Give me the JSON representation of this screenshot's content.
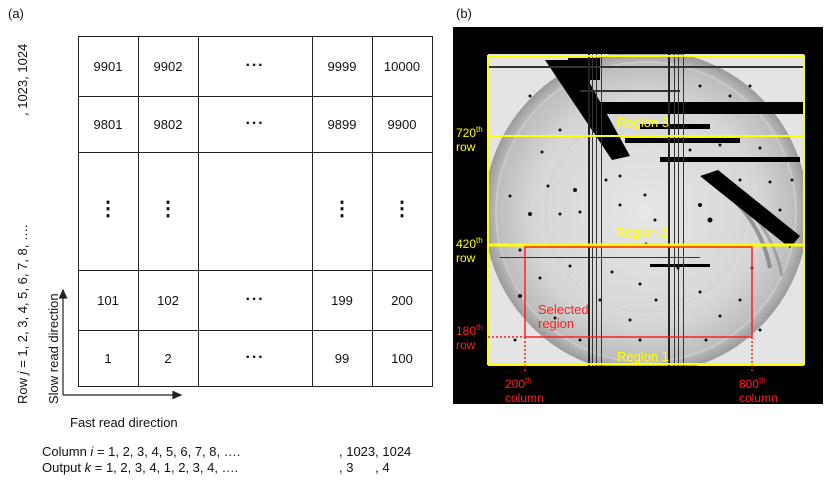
{
  "panel_a": {
    "label": "(a)",
    "rows": [
      [
        "9901",
        "9902",
        "···",
        "9999",
        "10000"
      ],
      [
        "9801",
        "9802",
        "···",
        "9899",
        "9900"
      ],
      [
        "⋮",
        "⋮",
        "",
        "⋮",
        "⋮"
      ],
      [
        "101",
        "102",
        "···",
        "199",
        "200"
      ],
      [
        "1",
        "2",
        "···",
        "99",
        "100"
      ]
    ],
    "slow_axis_label": "Slow read direction",
    "fast_axis_label": "Fast read direction",
    "row_label_prefix": "Row ",
    "row_label_var": "j",
    "row_label_values": " = 1, 2, 3, 4, 5, 6, 7, 8, ….",
    "row_label_end": ", 1023, 1024",
    "column_label_prefix": "Column ",
    "column_label_var": "i",
    "column_label_values": " = 1, 2, 3, 4, 5, 6, 7, 8, ….",
    "column_label_end": ", 1023, 1024",
    "output_label_prefix": "Output ",
    "output_label_var": "k",
    "output_label_values": " = 1, 2, 3, 4, 1, 2, 3, 4, ….",
    "output_label_end": ", 3      , 4"
  },
  "panel_b": {
    "label": "(b)",
    "region3": "Region 3",
    "region2": "Region 2",
    "region1": "Region 1",
    "selected_line1": "Selected",
    "selected_line2": "region",
    "row720_num": "720",
    "row420_num": "420",
    "row180_num": "180",
    "col200_num": "200",
    "col800_num": "800",
    "ordinal_suffix": "th",
    "row_word": "row",
    "column_word": "column",
    "colors": {
      "region_boundary": "#ffff00",
      "selected_region": "#ff2020",
      "background": "#000000"
    }
  }
}
